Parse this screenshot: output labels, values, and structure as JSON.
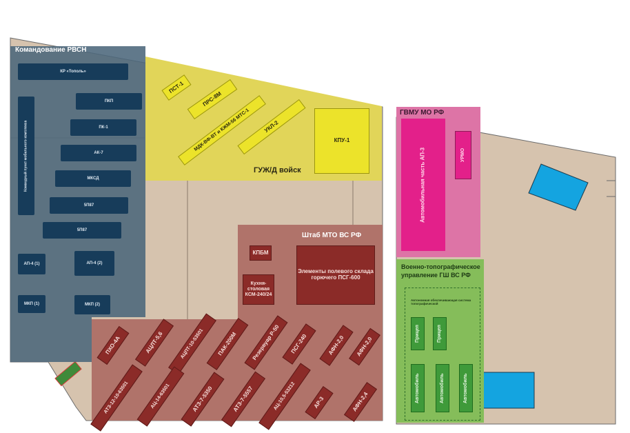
{
  "zones": {
    "rvsn_title": "Командование РВСН",
    "guzhd_title": "ГУЖ/Д войск",
    "mto_title": "Штаб МТО ВС РФ",
    "gbmu_title": "ГВМУ МО РФ",
    "vtu_title_1": "Военно-топографическое",
    "vtu_title_2": "управление ГШ ВС РФ"
  },
  "rvsn": {
    "vertical_block": "Командный пункт мобильного комплекса",
    "blocks": [
      "КР «Тополь»",
      "ПКП",
      "ПК-1",
      "АК-7",
      "МКСД",
      "5П87",
      "5П87",
      "АП-4 (1)",
      "АП-4 (2)",
      "МКП (1)",
      "МКП (2)"
    ]
  },
  "yellow": {
    "pst": "ПСТ-1",
    "prs": "ПРС-8М",
    "mdk": "МДК-ВФ-ВТ и КЖМ-56 МТС-1",
    "ukr": "УКЛ-2",
    "kpu": "КПУ-1"
  },
  "mto": {
    "kpbm": "КПБМ",
    "kitchen": "Кухня-столовая КСМ-240/24",
    "elements": "Элементы полевого склада горючего ПСГ-600"
  },
  "red_upper": [
    "ПХО-4А",
    "АЦЛТ-5,6",
    "АЦПТ-10-53501",
    "ПАК-200М",
    "Резервуар Р-50",
    "ПСГ-240",
    "АФН-2,0",
    "АФН-2,0"
  ],
  "red_lower": [
    "АТЗ-12-10-63501",
    "АЦ-14-63501",
    "АТЗ-7-5350",
    "АТЗ-7-5557",
    "АЦ-10,5-53212",
    "АР-3",
    "АФН-2,4"
  ],
  "gbmu": {
    "big": "Автомобильная часть АП-3",
    "small": "УРМО"
  },
  "vtu": {
    "system_label": "Автономная обеспечивающая система топографической",
    "vehicles": [
      "Прицеп",
      "Прицеп",
      "Автомобиль",
      "Автомобиль",
      "Автомобиль"
    ]
  },
  "colors": {
    "ground": "#d6c3ae",
    "rvsn": "#5a7486",
    "yellow_zone": "#e1d559",
    "mto_zone": "#b0736a",
    "gbmu_zone": "#dd74a6",
    "vtu_zone": "#85bd5a",
    "water": "#14a4e0"
  }
}
